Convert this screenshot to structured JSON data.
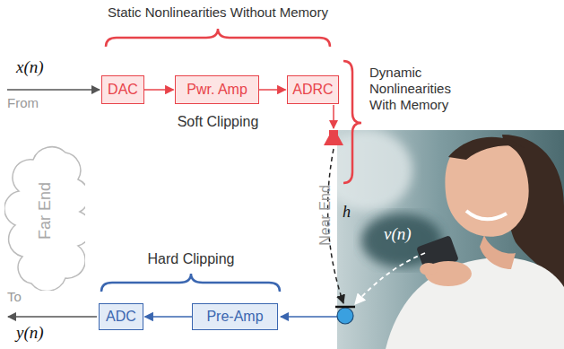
{
  "diagram": {
    "nodes": [
      {
        "text": [
          "DAC"
        ]
      },
      {
        "text": [
          "Pwr. Amp"
        ]
      },
      {
        "text": [
          "ADRC"
        ]
      },
      {
        "text": [
          "Far End"
        ]
      },
      {
        "text": [
          "ADC"
        ]
      },
      {
        "text": [
          "Pre-Amp"
        ]
      }
    ],
    "edges": [
      {
        "from": 0,
        "to": 1,
        "arrow": "to"
      },
      {
        "from": 1,
        "to": 2,
        "arrow": "to"
      },
      {
        "from": 5,
        "to": 4,
        "arrow": "to"
      }
    ],
    "labels": [
      "Static Nonlinearities Without Memory",
      "x(n)",
      "From",
      "Soft Clipping",
      "Dynamic Nonlinearities With Memory",
      "Near End",
      "h",
      "v(n)",
      "Hard Clipping",
      "To",
      "y(n)"
    ]
  }
}
